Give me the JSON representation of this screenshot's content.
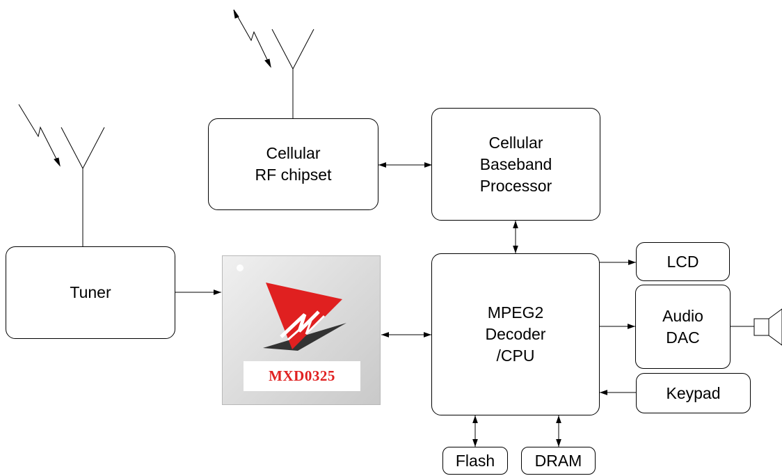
{
  "blocks": {
    "cellular_rf": [
      "Cellular",
      "RF chipset"
    ],
    "cellular_baseband": [
      "Cellular",
      "Baseband",
      "Processor"
    ],
    "tuner": [
      "Tuner"
    ],
    "mpeg2": [
      "MPEG2",
      "Decoder",
      "/CPU"
    ],
    "lcd": [
      "LCD"
    ],
    "audio_dac": [
      "Audio",
      "DAC"
    ],
    "keypad": [
      "Keypad"
    ],
    "flash": [
      "Flash"
    ],
    "dram": [
      "DRAM"
    ]
  },
  "chip": {
    "label": "MXD0325",
    "label_color": "#e02020",
    "logo_colors": [
      "#e02020",
      "#333333"
    ]
  },
  "connections": [
    {
      "from": "tuner-antenna",
      "to": "tuner",
      "type": "line"
    },
    {
      "from": "cellular-antenna",
      "to": "cellular_rf",
      "type": "line"
    },
    {
      "from": "tuner",
      "to": "chip",
      "type": "arrow"
    },
    {
      "from": "cellular_rf",
      "to": "cellular_baseband",
      "type": "bidirectional"
    },
    {
      "from": "cellular_baseband",
      "to": "mpeg2",
      "type": "bidirectional"
    },
    {
      "from": "chip",
      "to": "mpeg2",
      "type": "bidirectional"
    },
    {
      "from": "mpeg2",
      "to": "lcd",
      "type": "arrow"
    },
    {
      "from": "mpeg2",
      "to": "audio_dac",
      "type": "arrow"
    },
    {
      "from": "keypad",
      "to": "mpeg2",
      "type": "arrow"
    },
    {
      "from": "mpeg2",
      "to": "flash",
      "type": "bidirectional"
    },
    {
      "from": "mpeg2",
      "to": "dram",
      "type": "bidirectional"
    },
    {
      "from": "audio_dac",
      "to": "speaker",
      "type": "line"
    }
  ],
  "icons": [
    "tuner-antenna-icon",
    "cellular-antenna-icon",
    "speaker-icon",
    "chip-logo-icon"
  ]
}
